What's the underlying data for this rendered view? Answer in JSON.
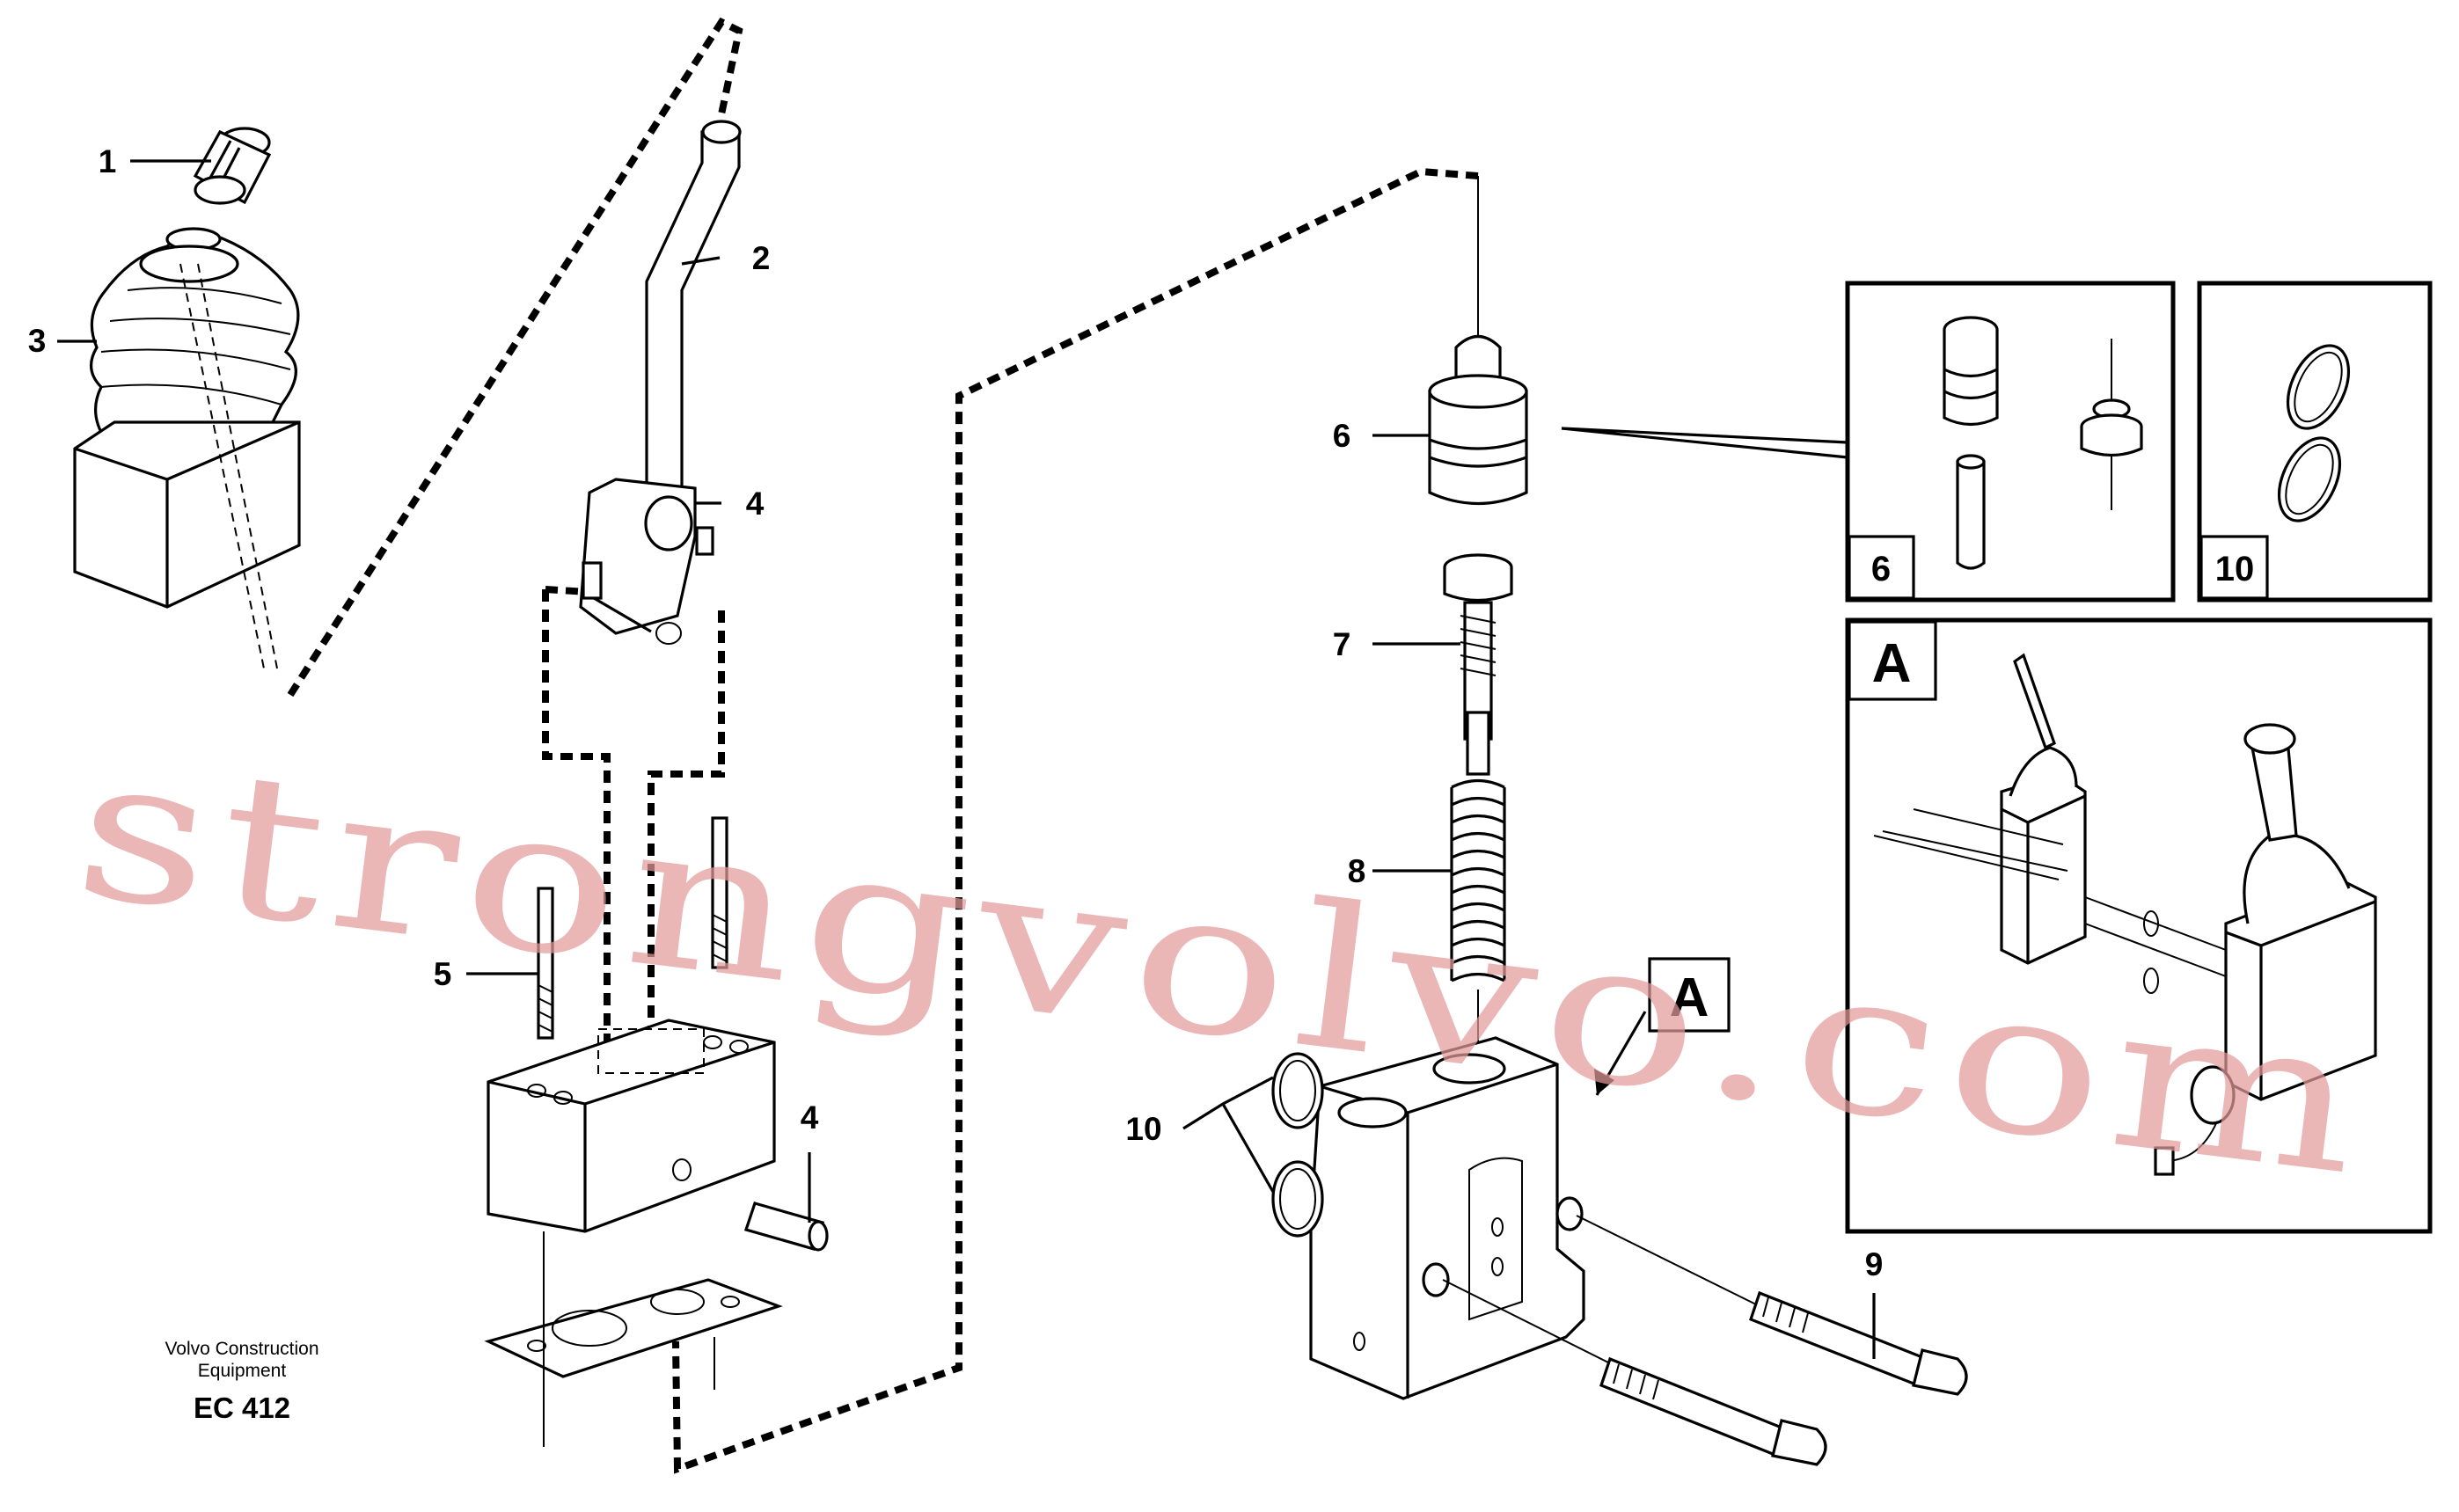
{
  "callouts": {
    "c1": "1",
    "c2": "2",
    "c3": "3",
    "c4a": "4",
    "c4b": "4",
    "c5": "5",
    "c6": "6",
    "c7": "7",
    "c8": "8",
    "c9": "9",
    "c10": "10"
  },
  "detail_boxes": {
    "box6_label": "6",
    "box10_label": "10",
    "boxA_label": "A"
  },
  "view_marker": "A",
  "credit": {
    "line1": "Volvo Construction",
    "line2": "Equipment",
    "code": "EC 412"
  },
  "watermark": "strongvolvo.com"
}
